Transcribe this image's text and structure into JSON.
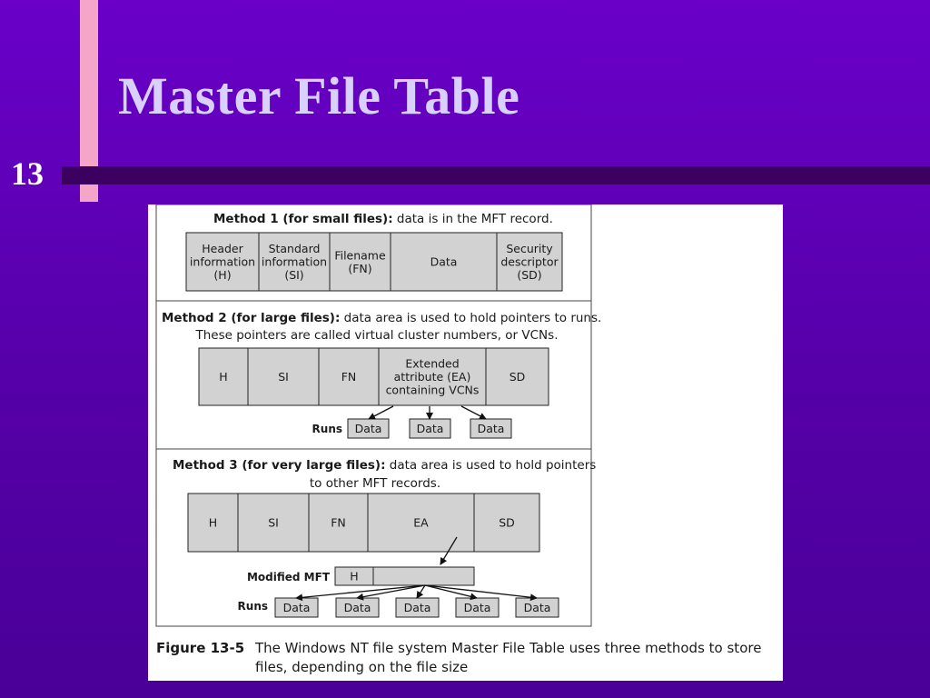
{
  "slide": {
    "title": "Master File Table",
    "number": "13"
  },
  "figure": {
    "method1": {
      "heading_bold": "Method 1 (for small files):",
      "heading_rest": " data is in the MFT record.",
      "cells": [
        [
          "Header",
          "information",
          "(H)"
        ],
        [
          "Standard",
          "information",
          "(SI)"
        ],
        [
          "Filename",
          "(FN)"
        ],
        [
          "Data"
        ],
        [
          "Security",
          "descriptor",
          "(SD)"
        ]
      ]
    },
    "method2": {
      "heading_bold": "Method 2 (for large files):",
      "heading_rest": " data area is used to hold pointers to runs.",
      "heading_line2": "These pointers are called virtual cluster numbers, or VCNs.",
      "cells": [
        [
          "H"
        ],
        [
          "SI"
        ],
        [
          "FN"
        ],
        [
          "Extended",
          "attribute (EA)",
          "containing VCNs"
        ],
        [
          "SD"
        ]
      ],
      "runs_label": "Runs",
      "runs": [
        "Data",
        "Data",
        "Data"
      ]
    },
    "method3": {
      "heading_bold": "Method 3 (for very large files):",
      "heading_rest": " data area is used to hold pointers",
      "heading_line2": "to other MFT records.",
      "cells": [
        [
          "H"
        ],
        [
          "SI"
        ],
        [
          "FN"
        ],
        [
          "EA"
        ],
        [
          "SD"
        ]
      ],
      "mft_label": "Modified MFT",
      "mft_h": "H",
      "runs_label": "Runs",
      "runs": [
        "Data",
        "Data",
        "Data",
        "Data",
        "Data"
      ]
    },
    "caption": {
      "number": "Figure 13-5",
      "text": "The Windows NT file system Master File Table uses three methods to store files, depending on the file size"
    }
  }
}
